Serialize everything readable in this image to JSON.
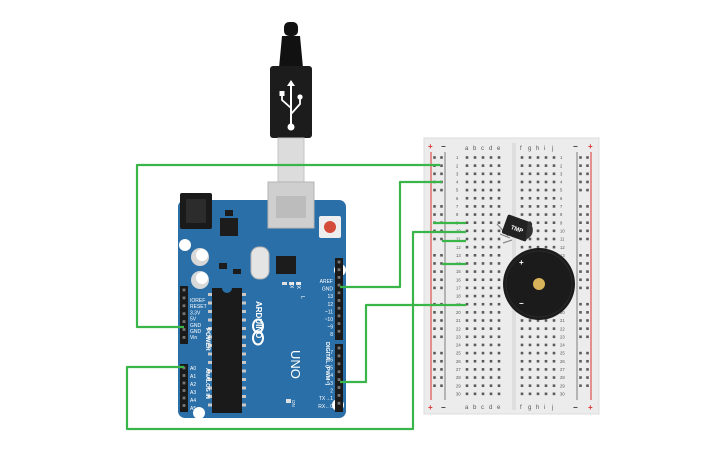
{
  "board": {
    "brand": "ARDUINO",
    "model": "UNO",
    "power_label": "POWER",
    "analog_label": "ANALOG IN",
    "digital_label": "DIGITAL (PWM~)",
    "tx": "TX",
    "rx": "RX",
    "on": "ON",
    "l": "L",
    "power_pins": [
      "IOREF",
      "RESET",
      "3.3V",
      "5V",
      "GND",
      "GND",
      "Vin"
    ],
    "analog_pins": [
      "A0",
      "A1",
      "A2",
      "A3",
      "A4",
      "A5"
    ],
    "digital_top": [
      "AREF",
      "GND",
      "13",
      "12",
      "~11",
      "~10",
      "~9",
      "8"
    ],
    "digital_bottom": [
      "7",
      "~6",
      "~5",
      "4",
      "~3",
      "2",
      "TX→1",
      "RX←0"
    ]
  },
  "breadboard": {
    "cols_left": [
      "a",
      "b",
      "c",
      "d",
      "e"
    ],
    "cols_right": [
      "f",
      "g",
      "h",
      "i",
      "j"
    ],
    "rows": 30,
    "plus": "+",
    "minus": "−"
  },
  "sensor": {
    "label": "TMP"
  },
  "buzzer": {
    "plus": "+",
    "minus": "−"
  },
  "colors": {
    "board": "#2a6fa8",
    "wire": "#3ab54a",
    "breadboard": "#ececec",
    "rail_red": "#d9342b",
    "rail_black": "#333333"
  }
}
